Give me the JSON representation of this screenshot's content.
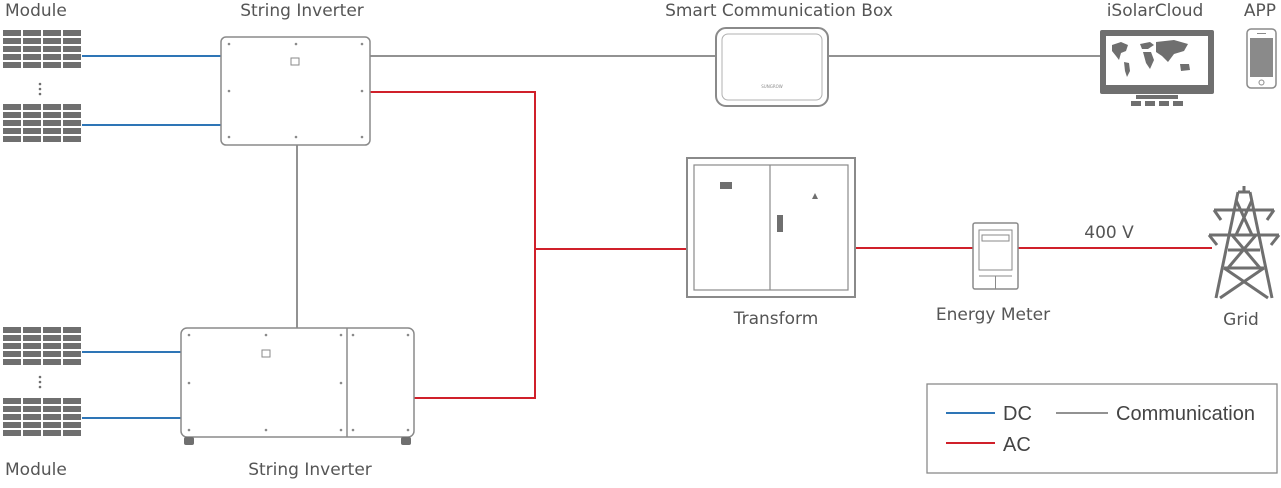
{
  "labels": {
    "module_top": "Module",
    "module_bottom": "Module",
    "string_inverter_top": "String Inverter",
    "string_inverter_bottom": "String Inverter",
    "smart_comm_box": "Smart Communication Box",
    "isolarcloud": "iSolarCloud",
    "app": "APP",
    "transform": "Transform",
    "energy_meter": "Energy Meter",
    "grid": "Grid",
    "voltage": "400 V",
    "comm_box_brand": "SUNGROW"
  },
  "legend": {
    "dc": "DC",
    "ac": "AC",
    "communication": "Communication"
  },
  "colors": {
    "dc": "#2e75b6",
    "ac": "#d0202a",
    "communication": "#6e6e6e",
    "equipment_stroke": "#8a8a8a",
    "module_fill": "#6f6f6f"
  },
  "icons": {
    "module": "solar-module-icon",
    "inverter": "inverter-icon",
    "comm_box": "communication-box-icon",
    "monitor": "monitor-icon",
    "phone": "phone-icon",
    "transformer": "transformer-icon",
    "meter": "energy-meter-icon",
    "tower": "transmission-tower-icon"
  }
}
